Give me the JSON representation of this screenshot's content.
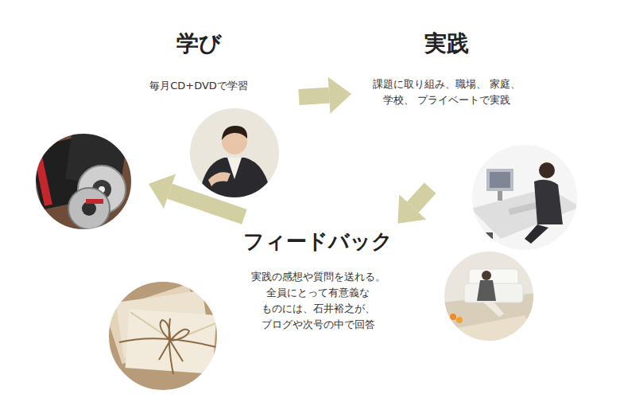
{
  "diagram": {
    "nodes": [
      {
        "text": [
          "学び",
          "毎月CD+DVDで学習"
        ]
      },
      {
        "text": [
          "実践",
          "課題に取り組み、職場、 家庭、学校、 プライベートで実践"
        ]
      },
      {
        "text": [
          "フィードバック",
          "実践の感想や質問を送れる。 全員にとって有意義な ものには、石井裕之が、 ブログや次号の中で回答"
        ]
      }
    ],
    "edges": [
      {
        "from": 0,
        "to": 1,
        "arrow": "to"
      },
      {
        "from": 1,
        "to": 2,
        "arrow": "to"
      },
      {
        "from": 2,
        "to": 0,
        "arrow": "to"
      }
    ]
  }
}
